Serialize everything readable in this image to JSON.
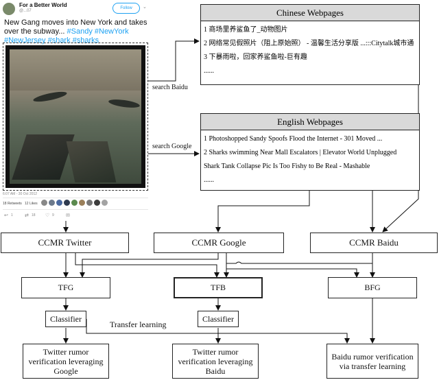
{
  "tweet": {
    "user_name": "For a Better World",
    "handle": "@...07",
    "follow_label": "Follow",
    "text_line1": "New Gang moves into New York and takes",
    "text_line2_plain": "over the subway... ",
    "hashtags_line2": "#Sandy #NewYork",
    "hashtags_line3": "#NewJersey #shark #sharks",
    "timestamp": "6:07 AM - 30 Oct 2012",
    "retweets": "18 Retweets",
    "likes": "12 Likes",
    "reply_count": "1",
    "retweet_count": "18",
    "like_count": "9"
  },
  "search_labels": {
    "baidu": "search Baidu",
    "google": "search Google"
  },
  "chinese_panel": {
    "title": "Chinese Webpages",
    "items": [
      "1 商场里养鲨鱼了_动物图片",
      "2 网络常见假照片（阻上原始照） - 温馨生活分享版 ...:::Citytalk城市通",
      "3 下暴雨啦，回家养鲨鱼啦-巨有趣",
      "......"
    ]
  },
  "english_panel": {
    "title": "English Webpages",
    "items": [
      "1 Photoshopped Sandy Spoofs Flood the Internet - 301 Moved ...",
      "2 Sharks swimming Near Mall Escalators | Elevator World Unplugged",
      "Shark Tank Collapse Pic Is Too Fishy to Be Real - Mashable",
      "......"
    ]
  },
  "nodes": {
    "ccmr_twitter": "CCMR Twitter",
    "ccmr_google": "CCMR Google",
    "ccmr_baidu": "CCMR Baidu",
    "tfg": "TFG",
    "tfb": "TFB",
    "bfg": "BFG",
    "classifier_left": "Classifier",
    "classifier_right": "Classifier",
    "transfer_learning": "Transfer learning",
    "out_twitter_google": "Twitter rumor verification leveraging Google",
    "out_twitter_baidu": "Twitter rumor verification leveraging Baidu",
    "out_baidu": "Baidu rumor verification via transfer learning"
  }
}
